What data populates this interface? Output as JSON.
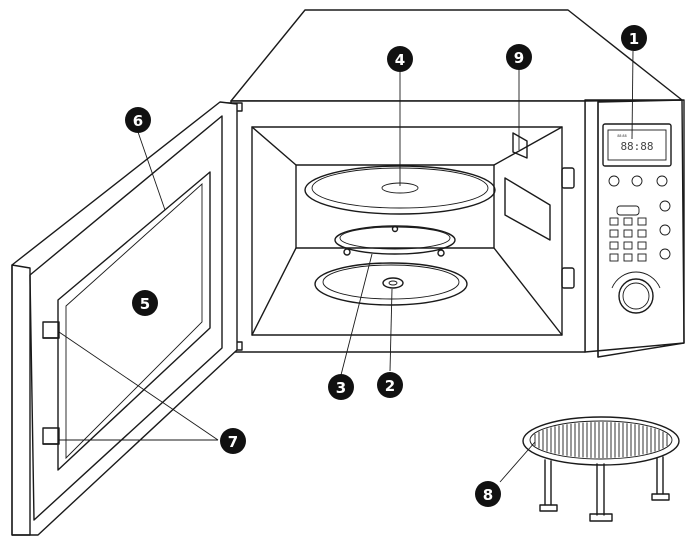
{
  "callouts": [
    {
      "number": "1",
      "target": "control-panel-display"
    },
    {
      "number": "2",
      "target": "turntable-coupler"
    },
    {
      "number": "3",
      "target": "roller-ring"
    },
    {
      "number": "4",
      "target": "turntable"
    },
    {
      "number": "5",
      "target": "door"
    },
    {
      "number": "6",
      "target": "door-seal"
    },
    {
      "number": "7",
      "target": "door-latches"
    },
    {
      "number": "8",
      "target": "rack"
    },
    {
      "number": "9",
      "target": "ventilation-holes"
    }
  ],
  "colors": {
    "line": "#1a1a1a",
    "callout_fill": "#111111",
    "callout_text": "#ffffff"
  }
}
